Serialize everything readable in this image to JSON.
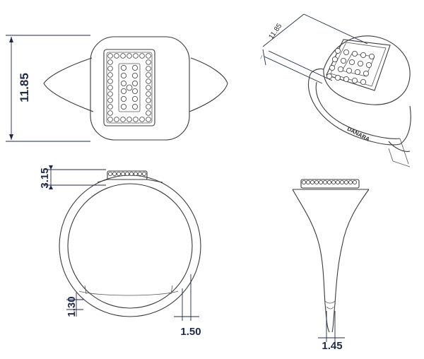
{
  "dimensions": {
    "top_view_height": "11.85",
    "iso_view_height": "11.85",
    "side_view_head_height": "3.15",
    "side_view_band_thickness": "1.30",
    "side_view_band_width": "1.50",
    "front_view_band_width": "1.45"
  },
  "engraving": "DANARA",
  "colors": {
    "line": "#3a3a3a",
    "dimension": "#1e2a4a"
  }
}
